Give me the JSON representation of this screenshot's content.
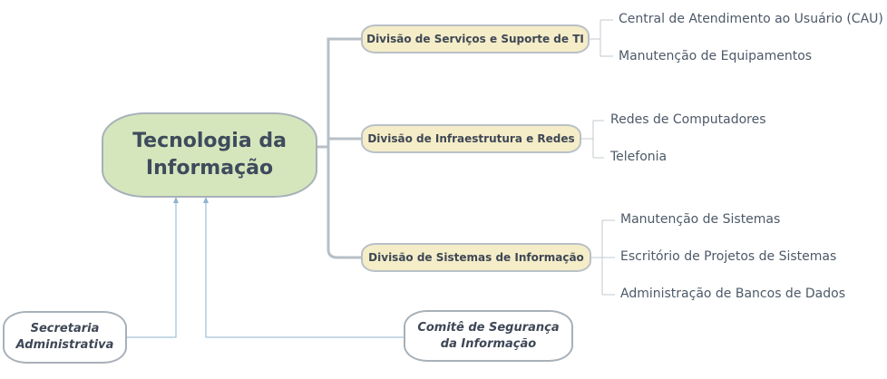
{
  "root": {
    "line1": "Tecnologia da",
    "line2": "Informação"
  },
  "divisions": [
    {
      "label": "Divisão de Serviços e Suporte de TI",
      "items": [
        "Central de Atendimento ao Usuário (CAU)",
        "Manutenção de Equipamentos"
      ]
    },
    {
      "label": "Divisão de Infraestrutura e Redes",
      "items": [
        "Redes de Computadores",
        "Telefonia"
      ]
    },
    {
      "label": "Divisão de Sistemas de Informação",
      "items": [
        "Manutenção de Sistemas",
        "Escritório de Projetos de Sistemas",
        "Administração de Bancos de Dados"
      ]
    }
  ],
  "side_nodes": {
    "secretaria": {
      "line1": "Secretaria",
      "line2": "Administrativa"
    },
    "comite": {
      "line1": "Comitê de Segurança",
      "line2": "da Informação"
    }
  },
  "colors": {
    "root_fill": "#d5e6bd",
    "division_fill": "#f5edc7",
    "connector": "#b7bfc7",
    "arrow": "#8fb3cc"
  }
}
